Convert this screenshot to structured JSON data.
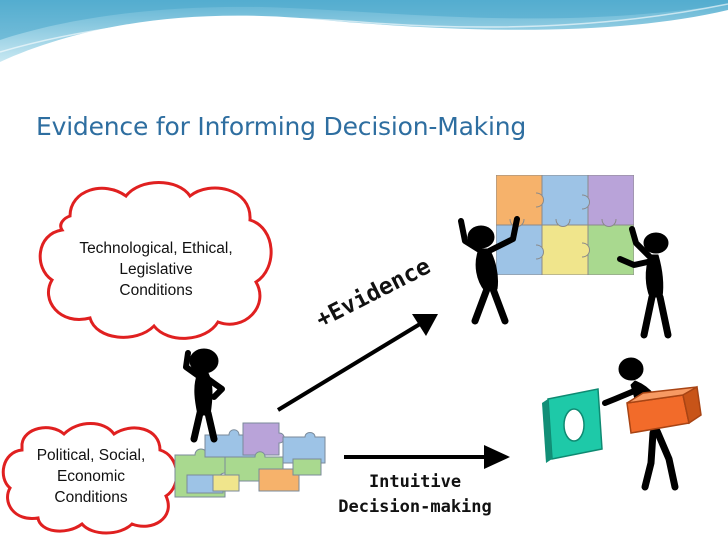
{
  "title": "Evidence for Informing Decision-Making",
  "cloud_top": {
    "lines": [
      "Technological, Ethical,",
      "Legislative",
      "Conditions"
    ]
  },
  "cloud_bottom": {
    "lines": [
      "Political, Social,",
      "Economic",
      "Conditions"
    ]
  },
  "arrow_evidence_label": "+Evidence",
  "arrow_intuitive_label": {
    "lines": [
      "Intuitive",
      "Decision-making"
    ]
  },
  "colors": {
    "title": "#2e6ea0",
    "cloud_border": "#e02020",
    "header_wave": "#7fc3d9",
    "puzzle_blue": "#9dc3e6",
    "puzzle_purple": "#b9a3d9",
    "puzzle_green": "#a9d98f",
    "puzzle_orange": "#f6b26b",
    "puzzle_yellow": "#f0e58c",
    "box_orange": "#f26b2a",
    "frame_teal": "#1ec9a8"
  }
}
